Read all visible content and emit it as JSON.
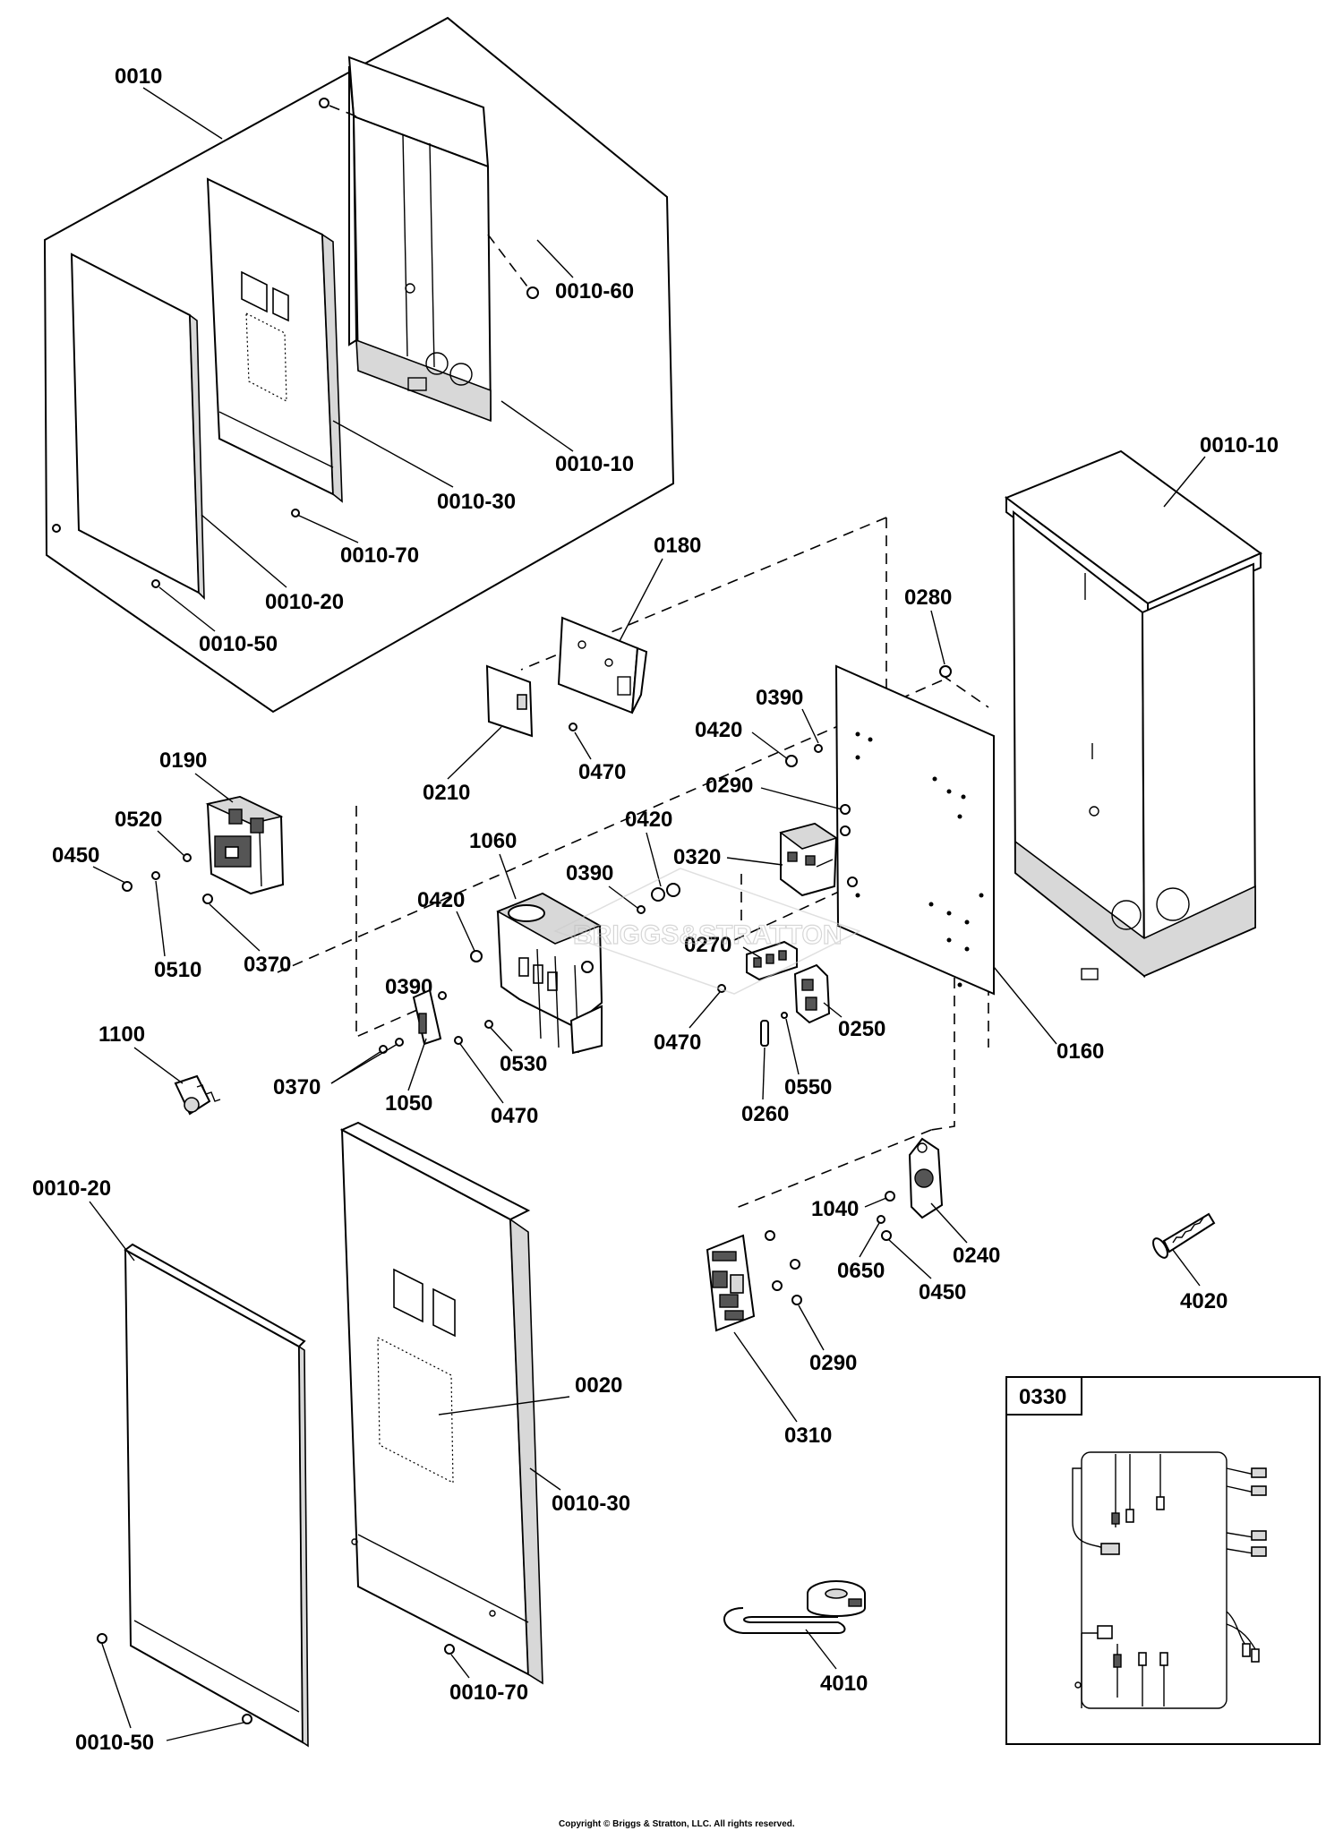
{
  "labels": {
    "p0010_top": "0010",
    "p0010_60": "0010-60",
    "p0010_10_top": "0010-10",
    "p0010_30_top": "0010-30",
    "p0010_70_top": "0010-70",
    "p0010_20_top": "0010-20",
    "p0010_50_top": "0010-50",
    "p0010_10_right": "0010-10",
    "p0180": "0180",
    "p0280": "0280",
    "p0390_a": "0390",
    "p0420_a": "0420",
    "p0470_a": "0470",
    "p0210": "0210",
    "p0290_a": "0290",
    "p0190": "0190",
    "p0520": "0520",
    "p0450_a": "0450",
    "p0510": "0510",
    "p0370_a": "0370",
    "p1060": "1060",
    "p0420_b": "0420",
    "p0390_b": "0390",
    "p0320": "0320",
    "p0420_c": "0420",
    "p0390_c": "0390",
    "p0270": "0270",
    "p0470_b": "0470",
    "p0250": "0250",
    "p0160": "0160",
    "p0530": "0530",
    "p0550": "0550",
    "p1100": "1100",
    "p0370_b": "0370",
    "p1050": "1050",
    "p0470_c": "0470",
    "p0260": "0260",
    "p0010_20_bottom": "0010-20",
    "p1040": "1040",
    "p0240": "0240",
    "p0650": "0650",
    "p0450_b": "0450",
    "p4020": "4020",
    "p0290_b": "0290",
    "p0020": "0020",
    "p0310": "0310",
    "p0330": "0330",
    "p0010_30_bottom": "0010-30",
    "p0010_70_bottom": "0010-70",
    "p4010": "4010",
    "p0010_50_bottom": "0010-50"
  },
  "watermark": "BRIGGS&STRATTON",
  "copyright": "Copyright © Briggs & Stratton, LLC. All rights reserved."
}
